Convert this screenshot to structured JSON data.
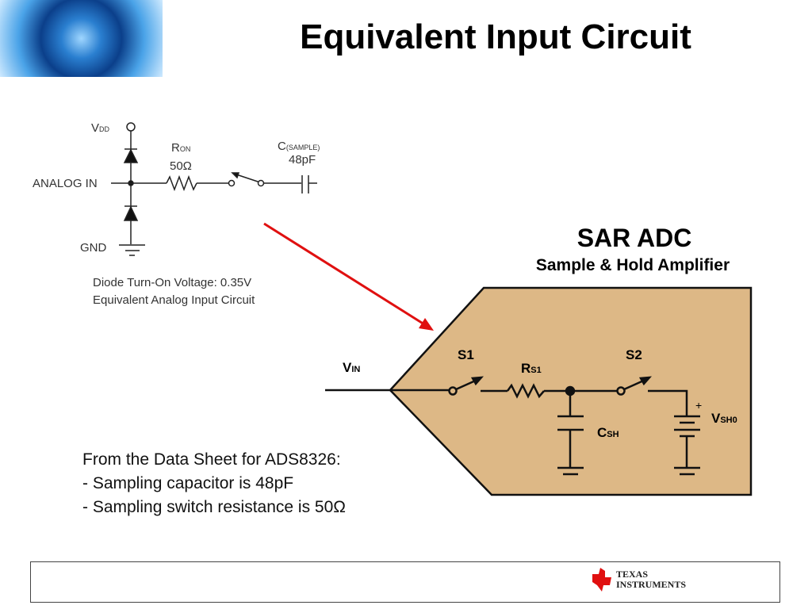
{
  "title": "Equivalent Input Circuit",
  "datasheet_circuit": {
    "vdd": "V",
    "vdd_sub": "DD",
    "analog_in": "ANALOG IN",
    "gnd": "GND",
    "ron": "R",
    "ron_sub": "ON",
    "ron_value": "50Ω",
    "csample": "C",
    "csample_sub": "(SAMPLE)",
    "csample_value": "48pF",
    "caption_1": "Diode Turn-On Voltage: 0.35V",
    "caption_2": "Equivalent Analog Input Circuit"
  },
  "sar": {
    "title": "SAR ADC",
    "subtitle": "Sample & Hold Amplifier",
    "vin": "V",
    "vin_sub": "IN",
    "s1": "S1",
    "s2": "S2",
    "rs1": "R",
    "rs1_sub": "S1",
    "csh": "C",
    "csh_sub": "SH",
    "vsh0": "V",
    "vsh0_sub": "SH0",
    "plus": "+",
    "fill": "#DDB886"
  },
  "notes": [
    "From the Data Sheet for ADS8326:",
    "- Sampling capacitor is 48pF",
    "- Sampling switch resistance is 50Ω"
  ],
  "footer": {
    "logo_line1": "Texas",
    "logo_line2": "Instruments"
  }
}
